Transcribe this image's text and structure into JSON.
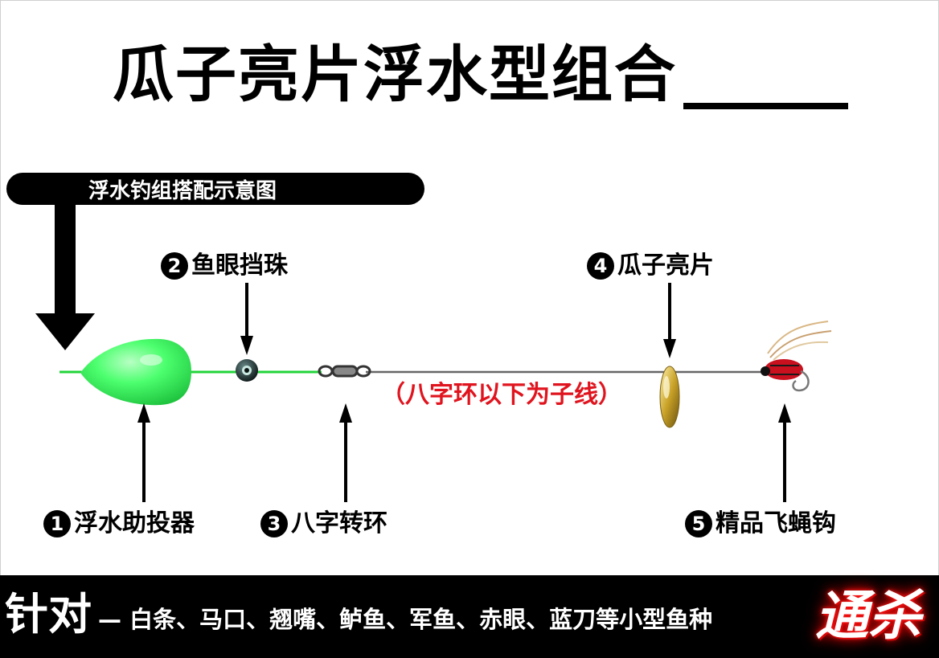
{
  "title": "瓜子亮片浮水型组合",
  "banner": "浮水钓组搭配示意图",
  "components": [
    {
      "num": "1",
      "label": "浮水助投器"
    },
    {
      "num": "2",
      "label": "鱼眼挡珠"
    },
    {
      "num": "3",
      "label": "八字转环"
    },
    {
      "num": "4",
      "label": "瓜子亮片"
    },
    {
      "num": "5",
      "label": "精品飞蝇钩"
    }
  ],
  "note": "（八字环以下为子线）",
  "footer": {
    "target_label": "针对",
    "species": "— 白条、马口、翘嘴、鲈鱼、军鱼、赤眼、蓝刀等小型鱼种",
    "slogan": "通杀"
  },
  "colors": {
    "float": "#4cff6e",
    "main_line": "#22d43a",
    "leader_line": "#666666",
    "note": "#e0141e",
    "spoon": "#c9a227"
  }
}
